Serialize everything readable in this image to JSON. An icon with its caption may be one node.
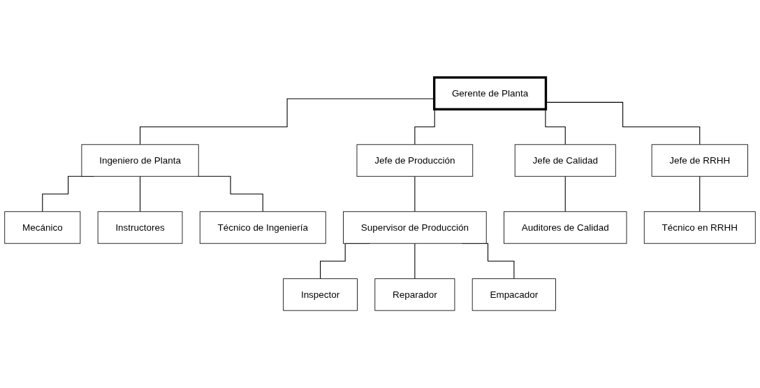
{
  "diagram": {
    "nodes": [
      {
        "text": [
          "Gerente de Planta"
        ]
      },
      {
        "text": [
          "Ingeniero de Planta"
        ]
      },
      {
        "text": [
          "Jefe de Producción"
        ]
      },
      {
        "text": [
          "Jefe de Calidad"
        ]
      },
      {
        "text": [
          "Jefe de RRHH"
        ]
      },
      {
        "text": [
          "Mecánico"
        ]
      },
      {
        "text": [
          "Instructores"
        ]
      },
      {
        "text": [
          "Técnico de Ingeniería"
        ]
      },
      {
        "text": [
          "Supervisor de Producción"
        ]
      },
      {
        "text": [
          "Auditores de Calidad"
        ]
      },
      {
        "text": [
          "Técnico en RRHH"
        ]
      },
      {
        "text": [
          "Inspector"
        ]
      },
      {
        "text": [
          "Reparador"
        ]
      },
      {
        "text": [
          "Empacador"
        ]
      }
    ],
    "edges": [
      {
        "from": 0,
        "to": 1,
        "arrow": "none"
      },
      {
        "from": 0,
        "to": 2,
        "arrow": "none"
      },
      {
        "from": 0,
        "to": 3,
        "arrow": "none"
      },
      {
        "from": 0,
        "to": 4,
        "arrow": "none"
      },
      {
        "from": 1,
        "to": 5,
        "arrow": "none"
      },
      {
        "from": 1,
        "to": 6,
        "arrow": "none"
      },
      {
        "from": 1,
        "to": 7,
        "arrow": "none"
      },
      {
        "from": 2,
        "to": 8,
        "arrow": "none"
      },
      {
        "from": 3,
        "to": 9,
        "arrow": "none"
      },
      {
        "from": 4,
        "to": 10,
        "arrow": "none"
      },
      {
        "from": 8,
        "to": 11,
        "arrow": "none"
      },
      {
        "from": 8,
        "to": 12,
        "arrow": "none"
      },
      {
        "from": 8,
        "to": 13,
        "arrow": "none"
      }
    ]
  }
}
